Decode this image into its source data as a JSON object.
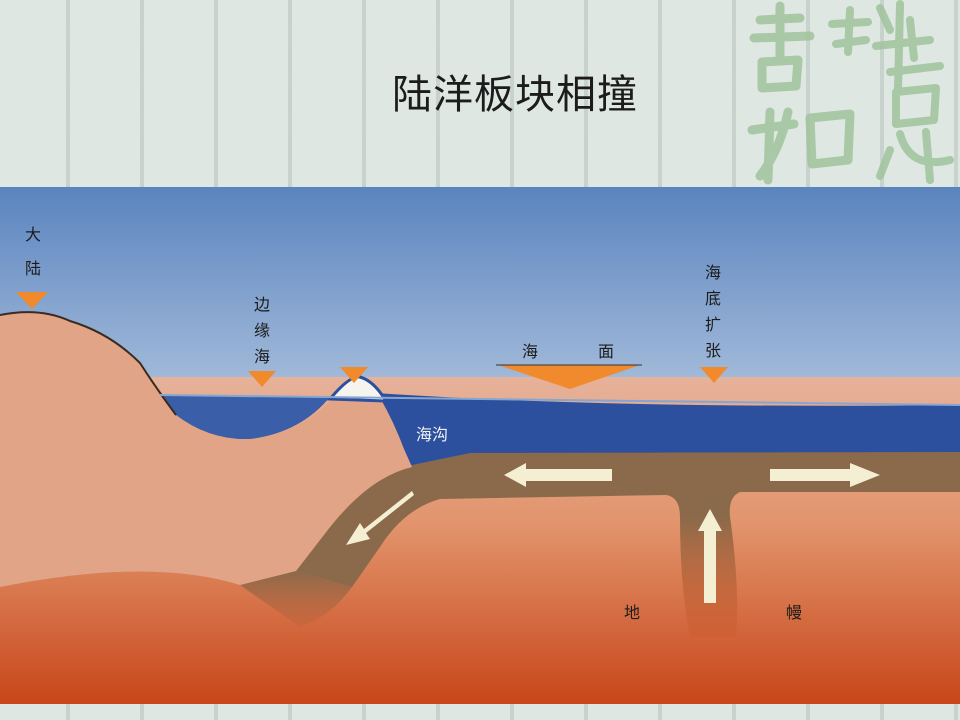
{
  "slide": {
    "title": "陆洋板块相撞",
    "seal_text": "吉祥如意"
  },
  "diagram": {
    "labels": {
      "continent": [
        "大",
        "陆"
      ],
      "marginal_sea": [
        "边",
        "缘",
        "海"
      ],
      "sea_surface_left": "海",
      "sea_surface_right": "面",
      "seafloor_spreading": [
        "海",
        "底",
        "扩",
        "张"
      ],
      "trench": "海沟",
      "mantle_left": "地",
      "mantle_right": "幔"
    },
    "colors": {
      "sky": "#5f87bf",
      "ocean": "#2c4f9e",
      "crust": "#8a6a4a",
      "land": "#e0a282",
      "mantle_deep": "#c9501e",
      "marker": "#f08a2c",
      "arrow": "#f4eed2"
    },
    "icons": [
      "sea-level-marker-icon",
      "flow-arrow-icon"
    ]
  }
}
